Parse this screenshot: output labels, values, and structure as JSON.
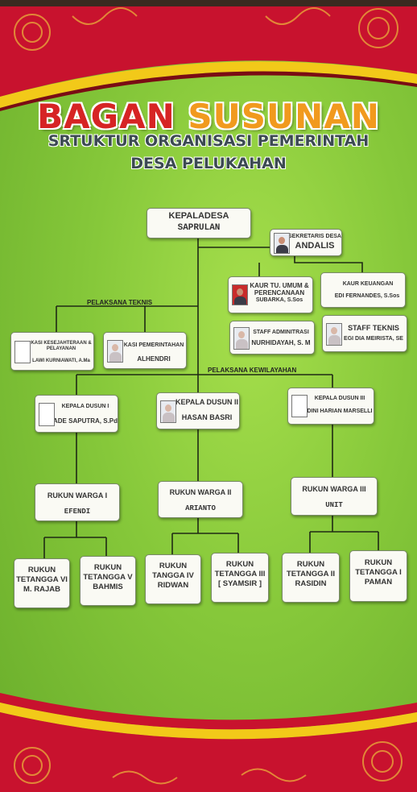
{
  "title": {
    "line1": "BAGAN",
    "line2": "SUSUNAN"
  },
  "subtitle": {
    "line1": "SRTUKTUR ORGANISASI PEMERINTAH",
    "line2": "DESA PELUKAHAN"
  },
  "section_labels": {
    "pelaksana_teknis": "PELAKSANA TEKNIS",
    "pelaksana_kewilayahan": "PELAKSANA KEWILAYAHAN"
  },
  "kepala_desa": {
    "role": "KEPALADESA",
    "name": "SAPRULAN"
  },
  "sekretaris": {
    "role": "SEKRETARIS DESA",
    "name": "ANDALIS"
  },
  "kaur_tu": {
    "role1": "KAUR TU. UMUM &",
    "role2": "PERENCANAAN",
    "name": "SUBARKA, S.Sos"
  },
  "kaur_keuangan": {
    "role": "KAUR KEUANGAN",
    "name": "EDI FERNANDES, S.Sos"
  },
  "staff_admin": {
    "role": "STAFF ADMINITRASI",
    "name": "NURHIDAYAH, S. M"
  },
  "staff_teknis": {
    "role": "STAFF TEKNIS",
    "name": "EGI DIA MEIRISTA, SE"
  },
  "kasi_kesejahteraan": {
    "role1": "KASI KESEJAHTERAAN &",
    "role2": "PELAYANAN",
    "name": "LAWI KURNIAWATI, A.Ma"
  },
  "kasi_pemerintahan": {
    "role": "KASI PEMERINTAHAN",
    "name": "ALHENDRI"
  },
  "dusun1": {
    "role": "KEPALA DUSUN I",
    "name": "ADE SAPUTRA, S.Pd"
  },
  "dusun2": {
    "role": "KEPALA DUSUN II",
    "name": "HASAN BASRI"
  },
  "dusun3": {
    "role": "KEPALA DUSUN III",
    "name": "DINI HARIAN MARSELLI"
  },
  "rw1": {
    "role": "RUKUN WARGA I",
    "name": "EFENDI"
  },
  "rw2": {
    "role": "RUKUN WARGA II",
    "name": "ARIANTO"
  },
  "rw3": {
    "role": "RUKUN WARGA III",
    "name": "UNIT"
  },
  "rt6": {
    "l1": "RUKUN",
    "l2": "TETANGGA VI",
    "name": "M. RAJAB"
  },
  "rt5": {
    "l1": "RUKUN",
    "l2": "TETANGGA V",
    "name": "BAHMIS"
  },
  "rt4": {
    "l1": "RUKUN",
    "l2": "TANGGA IV",
    "name": "RIDWAN"
  },
  "rt3": {
    "l1": "RUKUN",
    "l2": "TETANGGA III",
    "name": "[ SYAMSIR ]"
  },
  "rt2": {
    "l1": "RUKUN",
    "l2": "TETANGGA II",
    "name": "RASIDIN"
  },
  "rt1": {
    "l1": "RUKUN",
    "l2": "TETANGGA I",
    "name": "PAMAN"
  },
  "colors": {
    "background": "#86c83a",
    "title_red": "#d62424",
    "title_orange": "#f19a1e",
    "border_red": "#c8122e",
    "border_gold": "#f2c919"
  }
}
